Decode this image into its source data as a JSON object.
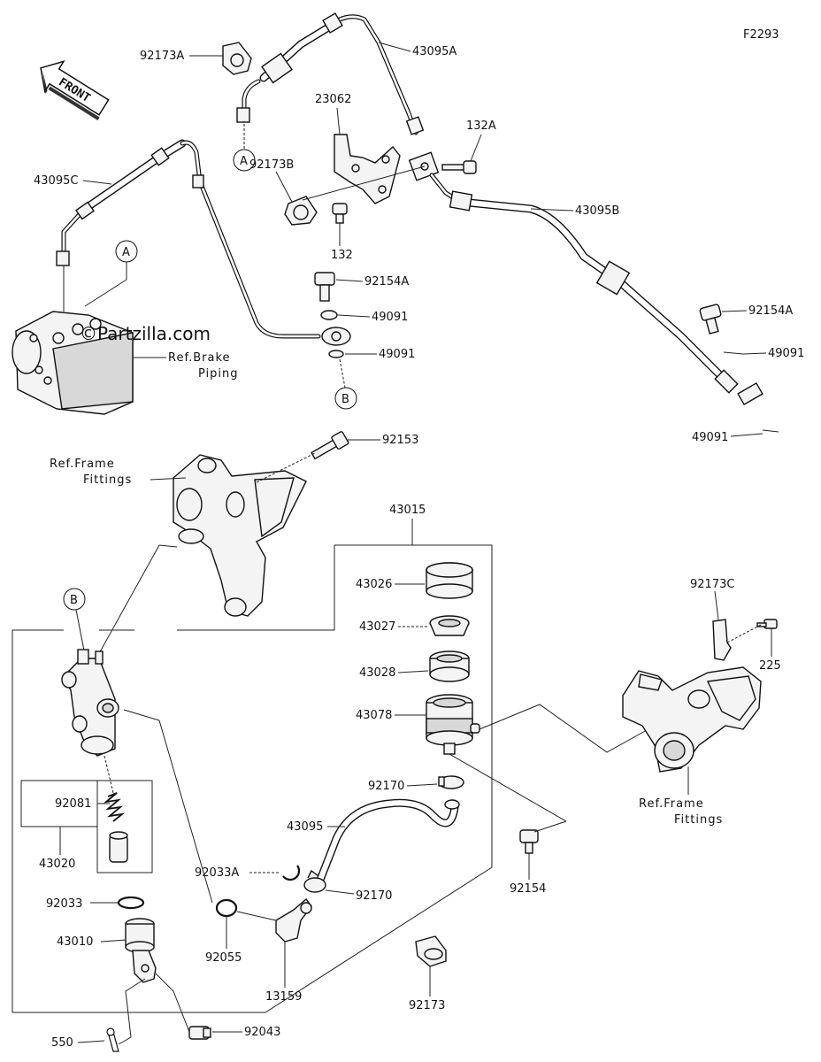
{
  "figure_code": "F2293",
  "front_label": "FRONT",
  "watermark": "©Partzilla.com",
  "markers": {
    "a": "A",
    "b": "B"
  },
  "labels": {
    "p92173A": "92173A",
    "p43095A": "43095A",
    "p23062": "23062",
    "p132A": "132A",
    "p92173B": "92173B",
    "p43095C": "43095C",
    "p43095B": "43095B",
    "p132": "132",
    "p92154A_1": "92154A",
    "p92154A_2": "92154A",
    "p49091_1": "49091",
    "p49091_2": "49091",
    "p49091_3": "49091",
    "p49091_4": "49091",
    "ref_brake_1": "Ref.Brake",
    "ref_brake_2": "Piping",
    "p92153": "92153",
    "ref_frame_1a": "Ref.Frame",
    "ref_frame_1b": "Fittings",
    "p43015": "43015",
    "p43026": "43026",
    "p43027": "43027",
    "p43028": "43028",
    "p43078": "43078",
    "p92173C": "92173C",
    "p225": "225",
    "ref_frame_2a": "Ref.Frame",
    "ref_frame_2b": "Fittings",
    "p92170_1": "92170",
    "p92081": "92081",
    "p43095": "43095",
    "p43020": "43020",
    "p92154": "92154",
    "p92033A": "92033A",
    "p92170_2": "92170",
    "p92033": "92033",
    "p43010": "43010",
    "p92055": "92055",
    "p13159": "13159",
    "p92173": "92173",
    "p550": "550",
    "p92043": "92043"
  }
}
